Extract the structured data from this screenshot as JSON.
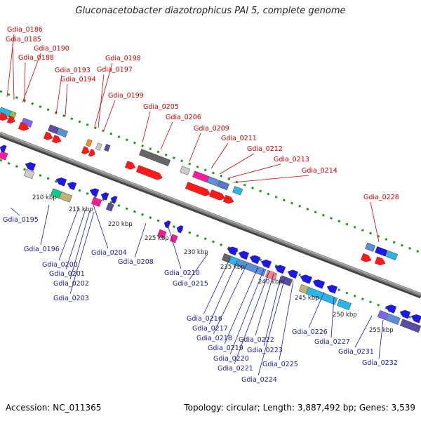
{
  "title": "Gluconacetobacter diazotrophicus PAl 5, complete genome",
  "footer": {
    "accession": "Accession: NC_011365",
    "summary": "Topology: circular; Length: 3,887,492 bp; Genes: 3,539"
  },
  "colors": {
    "backbone": "#808080",
    "dots": "#1a9a1a",
    "red_label": "#d40000",
    "blue_label": "#1a1aa6",
    "red_arrow": "#ff1a1a",
    "blue_arrow": "#1a1aee"
  },
  "kbp_labels": [
    "210 kbp",
    "215 kbp",
    "220 kbp",
    "225 kbp",
    "230 kbp",
    "235 kbp",
    "240 kbp",
    "245 kbp",
    "250 kbp",
    "255 kbp"
  ],
  "top_genes": [
    "Gdia_0186",
    "Gdia_0185",
    "Gdia_0190",
    "Gdia_0188",
    "Gdia_0193",
    "Gdia_0194",
    "Gdia_0198",
    "Gdia_0197",
    "Gdia_0199",
    "Gdia_0205",
    "Gdia_0206",
    "Gdia_0209",
    "Gdia_0211",
    "Gdia_0212",
    "Gdia_0213",
    "Gdia_0214",
    "Gdia_0228"
  ],
  "bottom_genes": [
    "Gdia_0195",
    "Gdia_0196",
    "Gdia_0200",
    "Gdia_0201",
    "Gdia_0202",
    "Gdia_0203",
    "Gdia_0204",
    "Gdia_0208",
    "Gdia_0210",
    "Gdia_0215",
    "Gdia_0216",
    "Gdia_0217",
    "Gdia_0218",
    "Gdia_0219",
    "Gdia_0220",
    "Gdia_0221",
    "Gdia_0222",
    "Gdia_0223",
    "Gdia_0224",
    "Gdia_0225",
    "Gdia_0226",
    "Gdia_0227",
    "Gdia_0231",
    "Gdia_0232"
  ]
}
